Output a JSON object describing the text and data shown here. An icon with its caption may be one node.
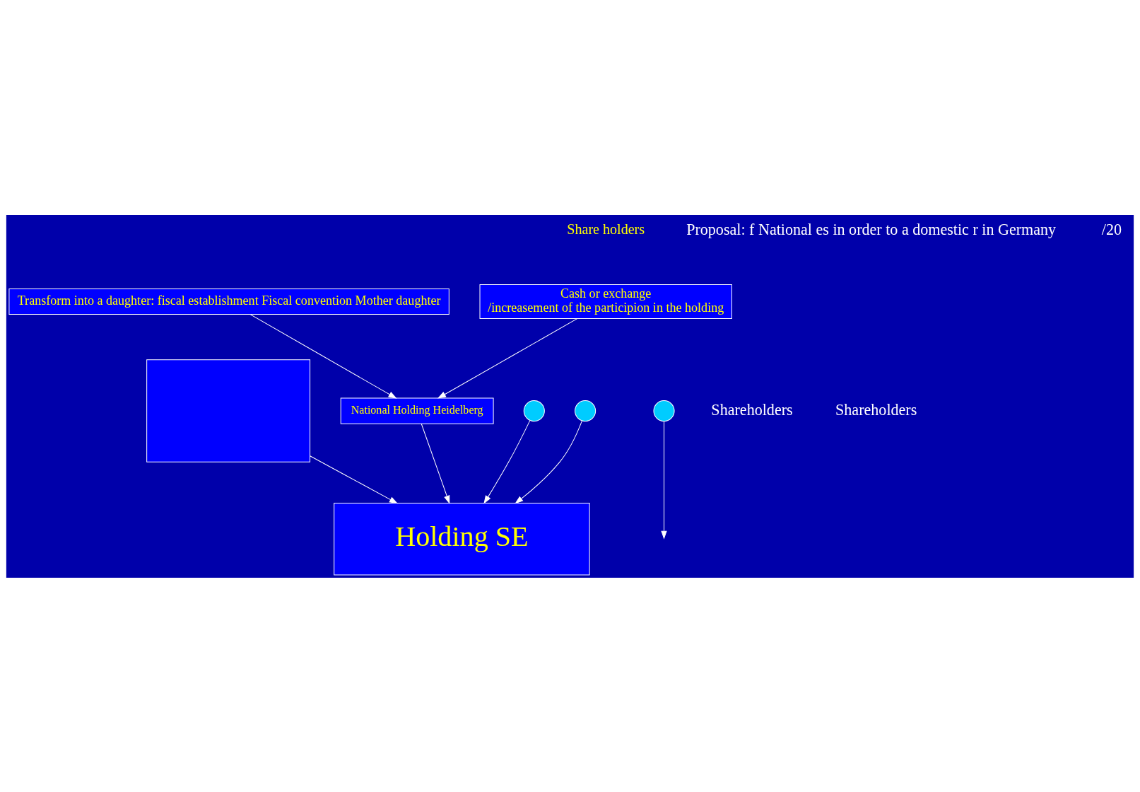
{
  "diagram": {
    "nodes": [
      {
        "text": [],
        "shape": "box"
      },
      {
        "text": [
          "Holding SE"
        ]
      },
      {
        "text": [
          "National Holding Heidelberg"
        ]
      },
      {
        "text": [
          "Transform into a daughter: fiscal establishment Fiscal convention Mother daughter"
        ]
      },
      {
        "text": [
          "Cash or exchange",
          "/increasement of the participion in the holding"
        ],
        "beside": [
          "Share holders"
        ]
      },
      {
        "text": [],
        "shape": "circle"
      },
      {
        "text": [],
        "shape": "circle"
      },
      {
        "text": [],
        "shape": "circle"
      }
    ],
    "edges": [
      {
        "from": 5,
        "to": 1,
        "arrow": "to"
      },
      {
        "from": 6,
        "to": 1,
        "arrow": "to"
      },
      {
        "from": 7,
        "to": null,
        "arrow": "to"
      },
      {
        "from": 0,
        "to": 1,
        "arrow": "to"
      },
      {
        "from": 2,
        "to": 1,
        "arrow": "to"
      },
      {
        "from": 3,
        "to": 2,
        "arrow": "to"
      },
      {
        "from": 4,
        "to": 2,
        "arrow": "to"
      }
    ],
    "labels": [
      "Shareholders",
      "Shareholders",
      "Proposal: f National es in order to a domestic r in Germany",
      "/20"
    ]
  }
}
